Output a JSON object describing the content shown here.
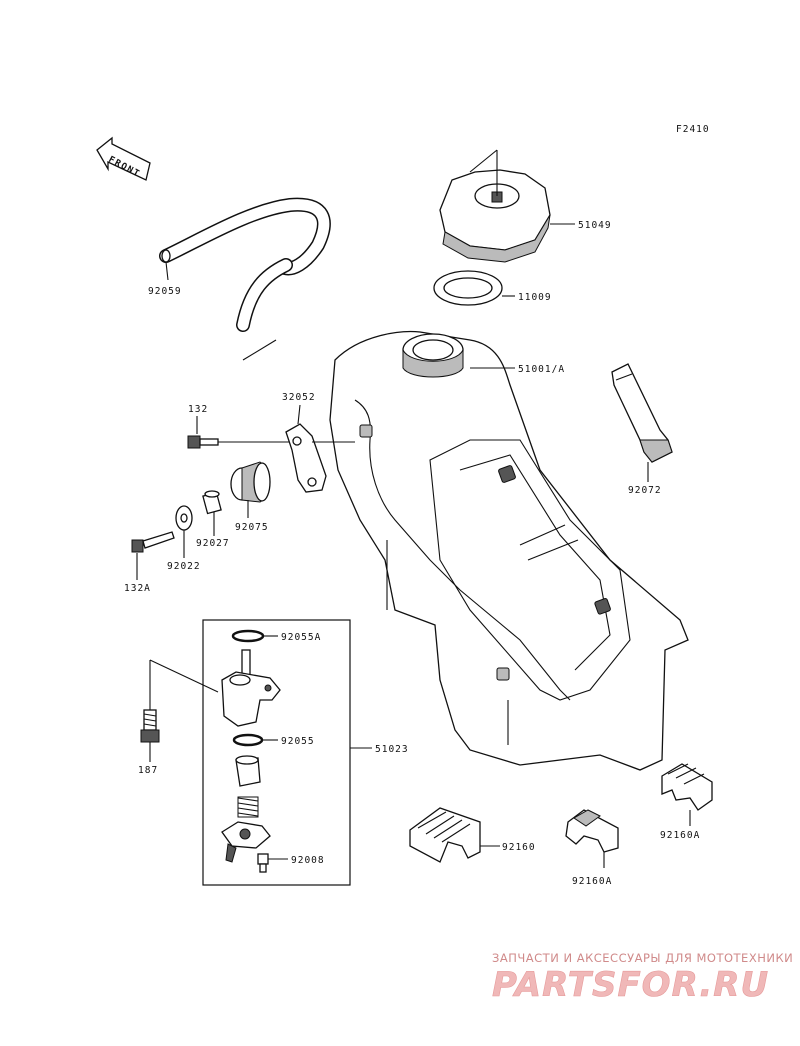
{
  "diagram": {
    "code": "F2410",
    "front_label": "FRONT",
    "parts": [
      {
        "id": "p-51049",
        "label": "51049"
      },
      {
        "id": "p-11009",
        "label": "11009"
      },
      {
        "id": "p-51001a",
        "label": "51001/A"
      },
      {
        "id": "p-92059",
        "label": "92059"
      },
      {
        "id": "p-92072",
        "label": "92072"
      },
      {
        "id": "p-132",
        "label": "132"
      },
      {
        "id": "p-32052",
        "label": "32052"
      },
      {
        "id": "p-92075",
        "label": "92075"
      },
      {
        "id": "p-92027",
        "label": "92027"
      },
      {
        "id": "p-92022",
        "label": "92022"
      },
      {
        "id": "p-132a",
        "label": "132A"
      },
      {
        "id": "p-92055a",
        "label": "92055A"
      },
      {
        "id": "p-51023",
        "label": "51023"
      },
      {
        "id": "p-187",
        "label": "187"
      },
      {
        "id": "p-92055",
        "label": "92055"
      },
      {
        "id": "p-92008",
        "label": "92008"
      },
      {
        "id": "p-92160",
        "label": "92160"
      },
      {
        "id": "p-92160a-right",
        "label": "92160A"
      },
      {
        "id": "p-92160a-bottom",
        "label": "92160A"
      }
    ]
  },
  "watermark": {
    "caption": "ЗАПЧАСТИ И АКСЕССУАРЫ ДЛЯ МОТОТЕХНИКИ",
    "logo": "PARTSFOR.RU"
  }
}
